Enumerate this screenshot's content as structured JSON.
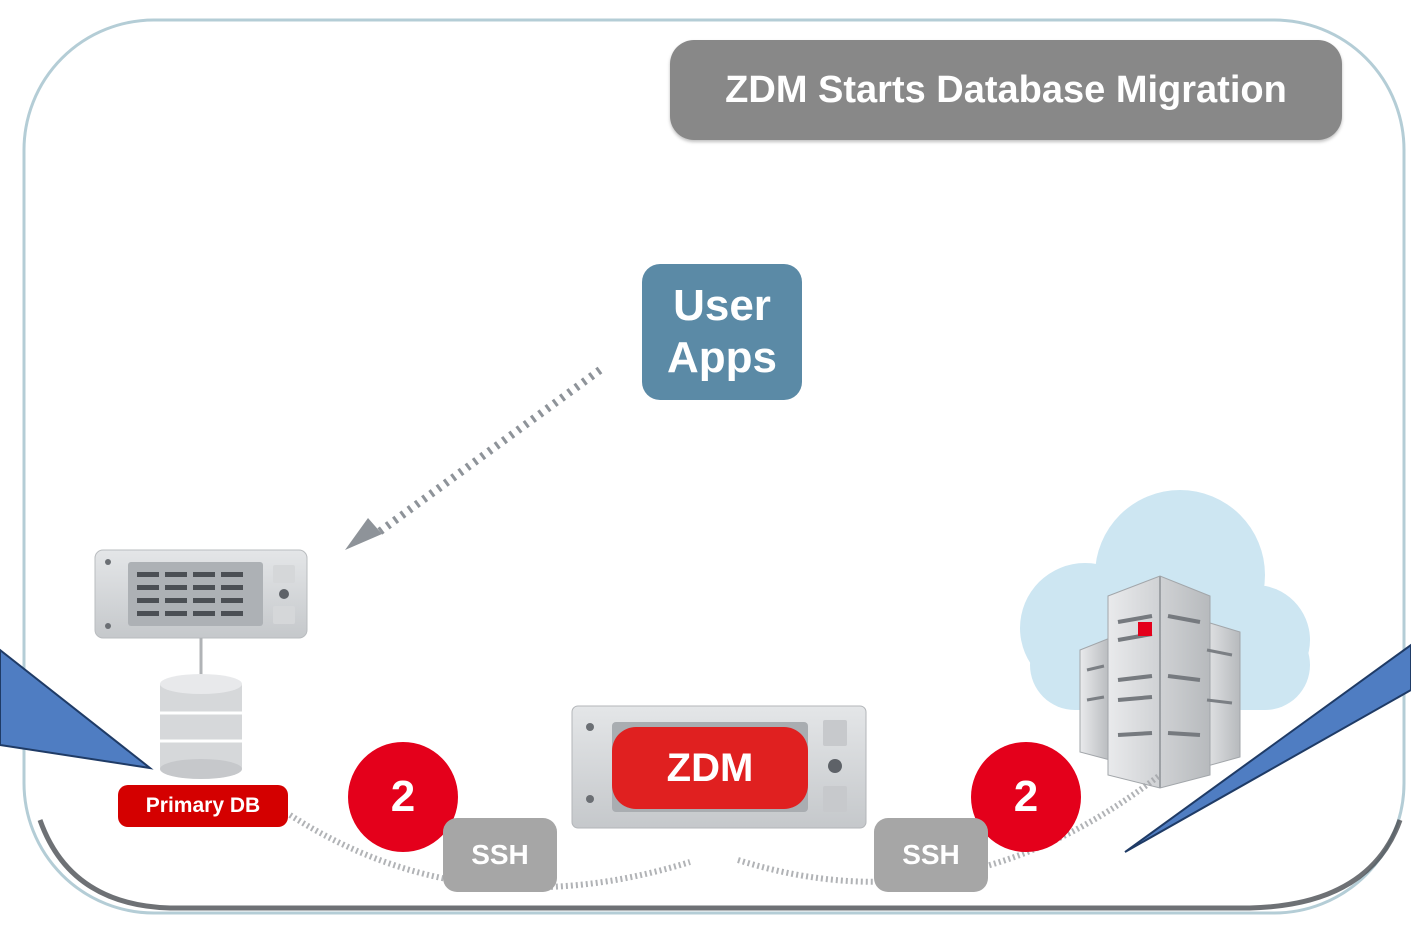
{
  "title": "ZDM Starts Database Migration",
  "user_apps": "User Apps",
  "primary_db": "Primary DB",
  "zdm": "ZDM",
  "step_left": "2",
  "step_right": "2",
  "ssh_left": "SSH",
  "ssh_right": "SSH",
  "colors": {
    "title_bg": "#888888",
    "user_apps_bg": "#5b8aa6",
    "accent_red": "#e4001b",
    "ssh_bg": "#a6a6a6",
    "callout_blue": "#4f7dc2",
    "cloud": "#cde6f2"
  },
  "icons": [
    "source-server-icon",
    "database-icon",
    "zdm-server-icon",
    "cloud-icon",
    "cloud-servers-icon"
  ]
}
